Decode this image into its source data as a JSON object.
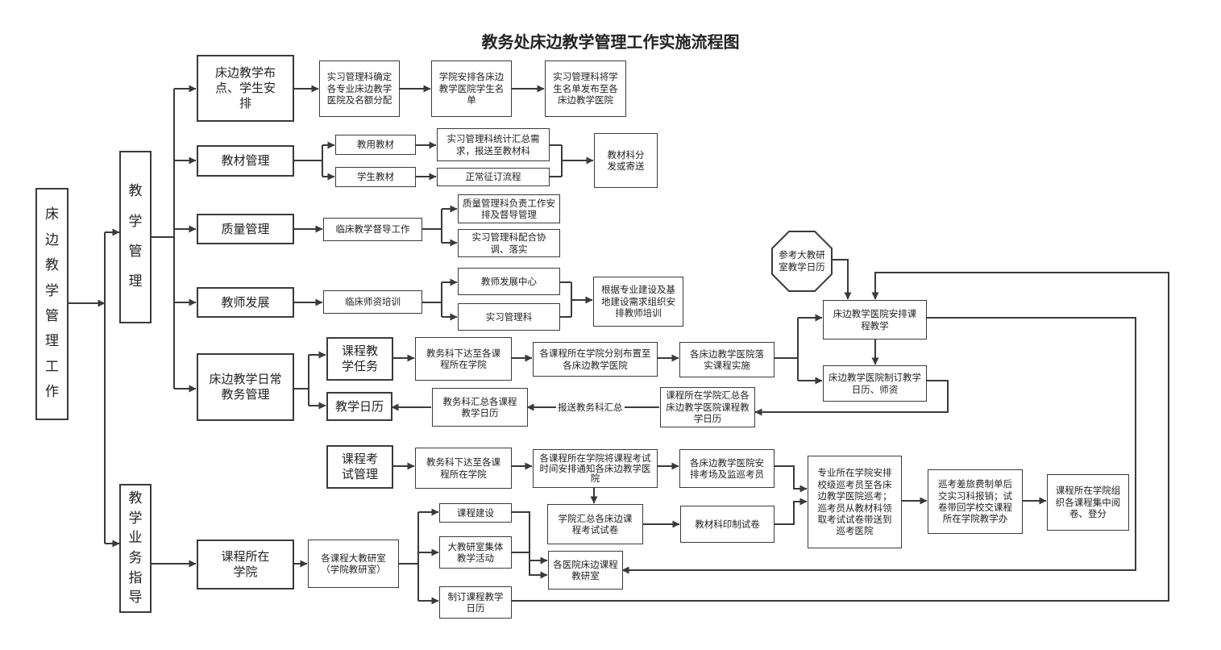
{
  "title": "教务处床边教学管理工作实施流程图",
  "colors": {
    "line": "#3a3a3a",
    "box_border": "#3a3a3a",
    "background": "#ffffff",
    "text": "#222222"
  },
  "nodes": {
    "root": "床边教学管理工作",
    "teaching_mgmt": "教学管理",
    "business_guidance": "教学业务指导",
    "layout": "床边教学布点、学生安排",
    "layout_step1": "实习管理科确定各专业床边教学医院及名额分配",
    "layout_step2": "学院安排各床边教学医院学生名单",
    "layout_step3": "实习管理科将学生名单发布至各床边教学医院",
    "textbook": "教材管理",
    "teacher_textbook": "教用教材",
    "teacher_textbook_step": "实习管理科统计汇总需求，报送至教材科",
    "student_textbook": "学生教材",
    "student_textbook_step": "正常征订流程",
    "textbook_dist": "教材科分发或寄送",
    "quality": "质量管理",
    "supervision": "临床教学督导工作",
    "quality_a": "质量管理科负责工作安排及督导管理",
    "quality_b": "实习管理科配合协调、落实",
    "teacher_dev": "教师发展",
    "teacher_training": "临床师资培训",
    "dev_center": "教师发展中心",
    "practice_mgmt": "实习管理科",
    "training_org": "根据专业建设及基地建设需求组织安排教师培训",
    "daily": "床边教学日常教务管理",
    "course_task": "课程教学任务",
    "task_step1": "教务科下达至各课程所在学院",
    "task_step2": "各课程所在学院分别布置至各床边教学医院",
    "task_step3": "各床边教学医院落实课程实施",
    "ref_calendar": "参考大教研室教学日历",
    "hospital_arrange": "床边教学医院安排课程教学",
    "hospital_calendar": "床边教学医院制订教学日历、师资",
    "college_summary": "课程所在学院汇总各床边教学医院课程教学日历",
    "report_label": "报送教务科汇总",
    "office_summary": "教务科汇总各课程教学日历",
    "teaching_calendar": "教学日历",
    "exam_mgmt": "课程考试管理",
    "exam_step1": "教务科下达至各课程所在学院",
    "exam_step2": "各课程所在学院将课程考试时间安排通知各床边教学医院",
    "exam_step3": "各床边教学医院安排考场及监巡考员",
    "exam_collect": "学院汇总各床边课程考试试卷",
    "exam_print": "教材科印制试卷",
    "exam_dispatch": "专业所在学院安排校级巡考员至各床边教学医院巡考；巡考员从教材科领取考试试卷带送到巡考医院",
    "exam_reimburse": "巡考差旅费制单后交实习科报销；试卷带回学校交课程所在学院教学办",
    "exam_grading": "课程所在学院组织各课程集中阅卷、登分",
    "course_college": "课程所在学院",
    "main_teaching_office": "各课程大教研室（学院教研室）",
    "course_building": "课程建设",
    "group_activity": "大教研室集体教学活动",
    "make_calendar": "制订课程教学日历",
    "hospital_office": "各医院床边课程教研室"
  }
}
